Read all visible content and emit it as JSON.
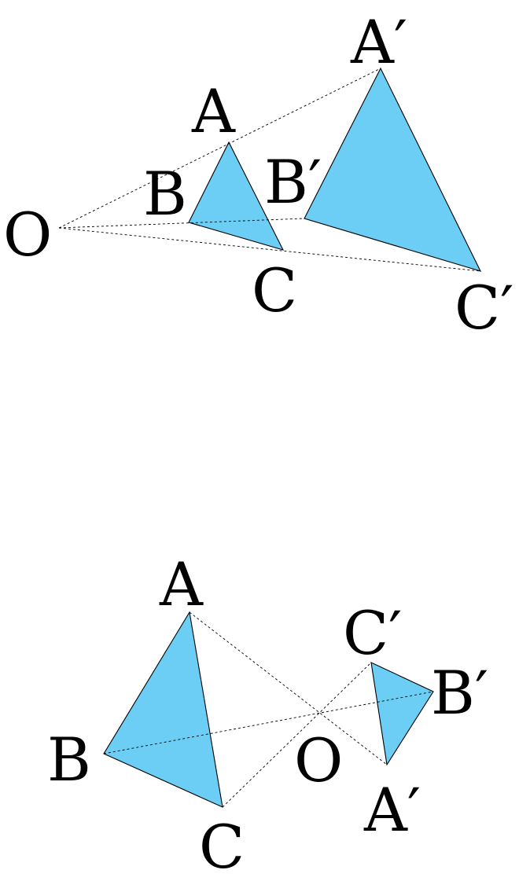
{
  "colors": {
    "fill": "#6ccdf5",
    "stroke": "#000000",
    "background": "#ffffff"
  },
  "figure1": {
    "labels": {
      "O": "O",
      "A": "A",
      "B": "B",
      "C": "C",
      "A_prime": "A′",
      "B_prime": "B′",
      "C_prime": "C′"
    }
  },
  "figure2": {
    "labels": {
      "O": "O",
      "A": "A",
      "B": "B",
      "C": "C",
      "A_prime": "A′",
      "B_prime": "B′",
      "C_prime": "C′"
    }
  }
}
